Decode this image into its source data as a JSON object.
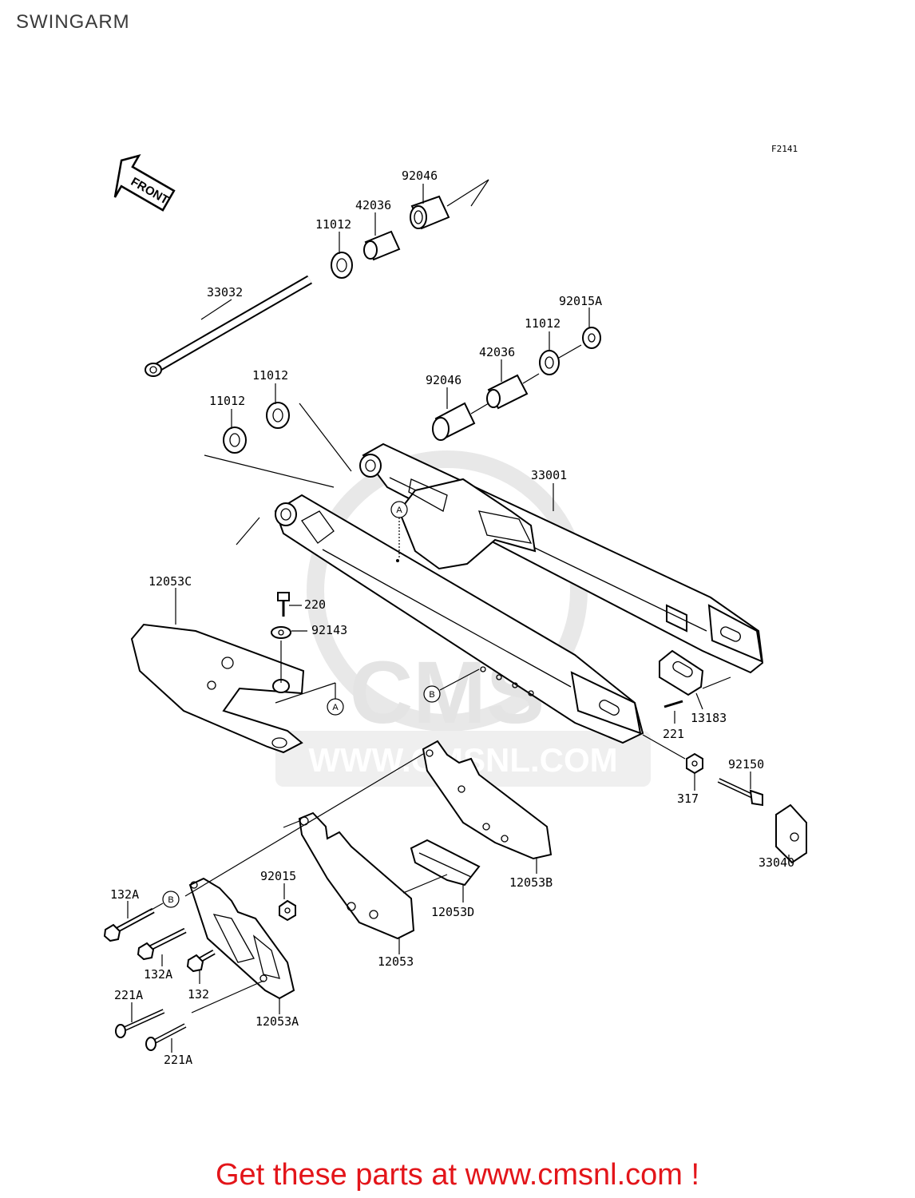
{
  "page_title": "SWINGARM",
  "figure_code": "F2141",
  "front_label": "FRONT",
  "watermark": {
    "site": "WWW.CMSNL.COM",
    "logo": "CMS"
  },
  "call_to_action": "Get these parts at www.cmsnl.com !",
  "colors": {
    "cta": "#e3151a",
    "watermark": "#e4e4e4",
    "ink": "#000000"
  },
  "callouts": [
    "A",
    "B"
  ],
  "parts": [
    {
      "id": "p01",
      "label": "92046"
    },
    {
      "id": "p02",
      "label": "42036"
    },
    {
      "id": "p03",
      "label": "11012"
    },
    {
      "id": "p04",
      "label": "33032"
    },
    {
      "id": "p05",
      "label": "92015A"
    },
    {
      "id": "p06",
      "label": "11012"
    },
    {
      "id": "p07",
      "label": "42036"
    },
    {
      "id": "p08",
      "label": "11012"
    },
    {
      "id": "p09",
      "label": "92046"
    },
    {
      "id": "p10",
      "label": "11012"
    },
    {
      "id": "p11",
      "label": "33001"
    },
    {
      "id": "p12",
      "label": "12053C"
    },
    {
      "id": "p13",
      "label": "220"
    },
    {
      "id": "p14",
      "label": "92143"
    },
    {
      "id": "p15",
      "label": "13183"
    },
    {
      "id": "p16",
      "label": "221"
    },
    {
      "id": "p17",
      "label": "92150"
    },
    {
      "id": "p18",
      "label": "317"
    },
    {
      "id": "p19",
      "label": "33040"
    },
    {
      "id": "p20",
      "label": "92015"
    },
    {
      "id": "p21",
      "label": "132A"
    },
    {
      "id": "p22",
      "label": "12053B"
    },
    {
      "id": "p23",
      "label": "12053D"
    },
    {
      "id": "p24",
      "label": "132A"
    },
    {
      "id": "p25",
      "label": "132"
    },
    {
      "id": "p26",
      "label": "12053"
    },
    {
      "id": "p27",
      "label": "221A"
    },
    {
      "id": "p28",
      "label": "12053A"
    },
    {
      "id": "p29",
      "label": "221A"
    }
  ]
}
